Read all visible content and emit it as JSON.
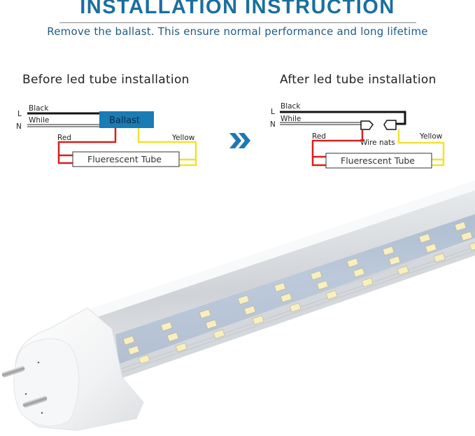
{
  "header": {
    "title": "INSTALLATION INSTRUCTION",
    "subtitle": "Remove the ballast. This ensure normal performance and long lifetime"
  },
  "before": {
    "heading": "Before led tube installation",
    "line_l": "L",
    "line_n": "N",
    "wire_black": "Black",
    "wire_white": "While",
    "ballast": "Ballast",
    "wire_red": "Red",
    "wire_yellow": "Yellow",
    "tube": "Fluerescent Tube"
  },
  "after": {
    "heading": "After led tube installation",
    "line_l": "L",
    "line_n": "N",
    "wire_black": "Black",
    "wire_white": "While",
    "wire_nuts": "Wire nats",
    "wire_red": "Red",
    "wire_yellow": "Yellow",
    "tube": "Fluerescent Tube"
  },
  "arrow_icon": "double-chevron-right",
  "colors": {
    "title": "#1a6f9f",
    "subtitle": "#1f5b82",
    "ballast_fill": "#1a7cb5",
    "red_wire": "#d6201f",
    "yellow_wire": "#f2e22a",
    "black_wire": "#111111",
    "arrow": "#1f78b4",
    "led_panel": "#b8c6d8",
    "led_chip": "#f7efc0"
  },
  "product": {
    "type": "T8 double-row LED tube",
    "led_rows": 3
  }
}
